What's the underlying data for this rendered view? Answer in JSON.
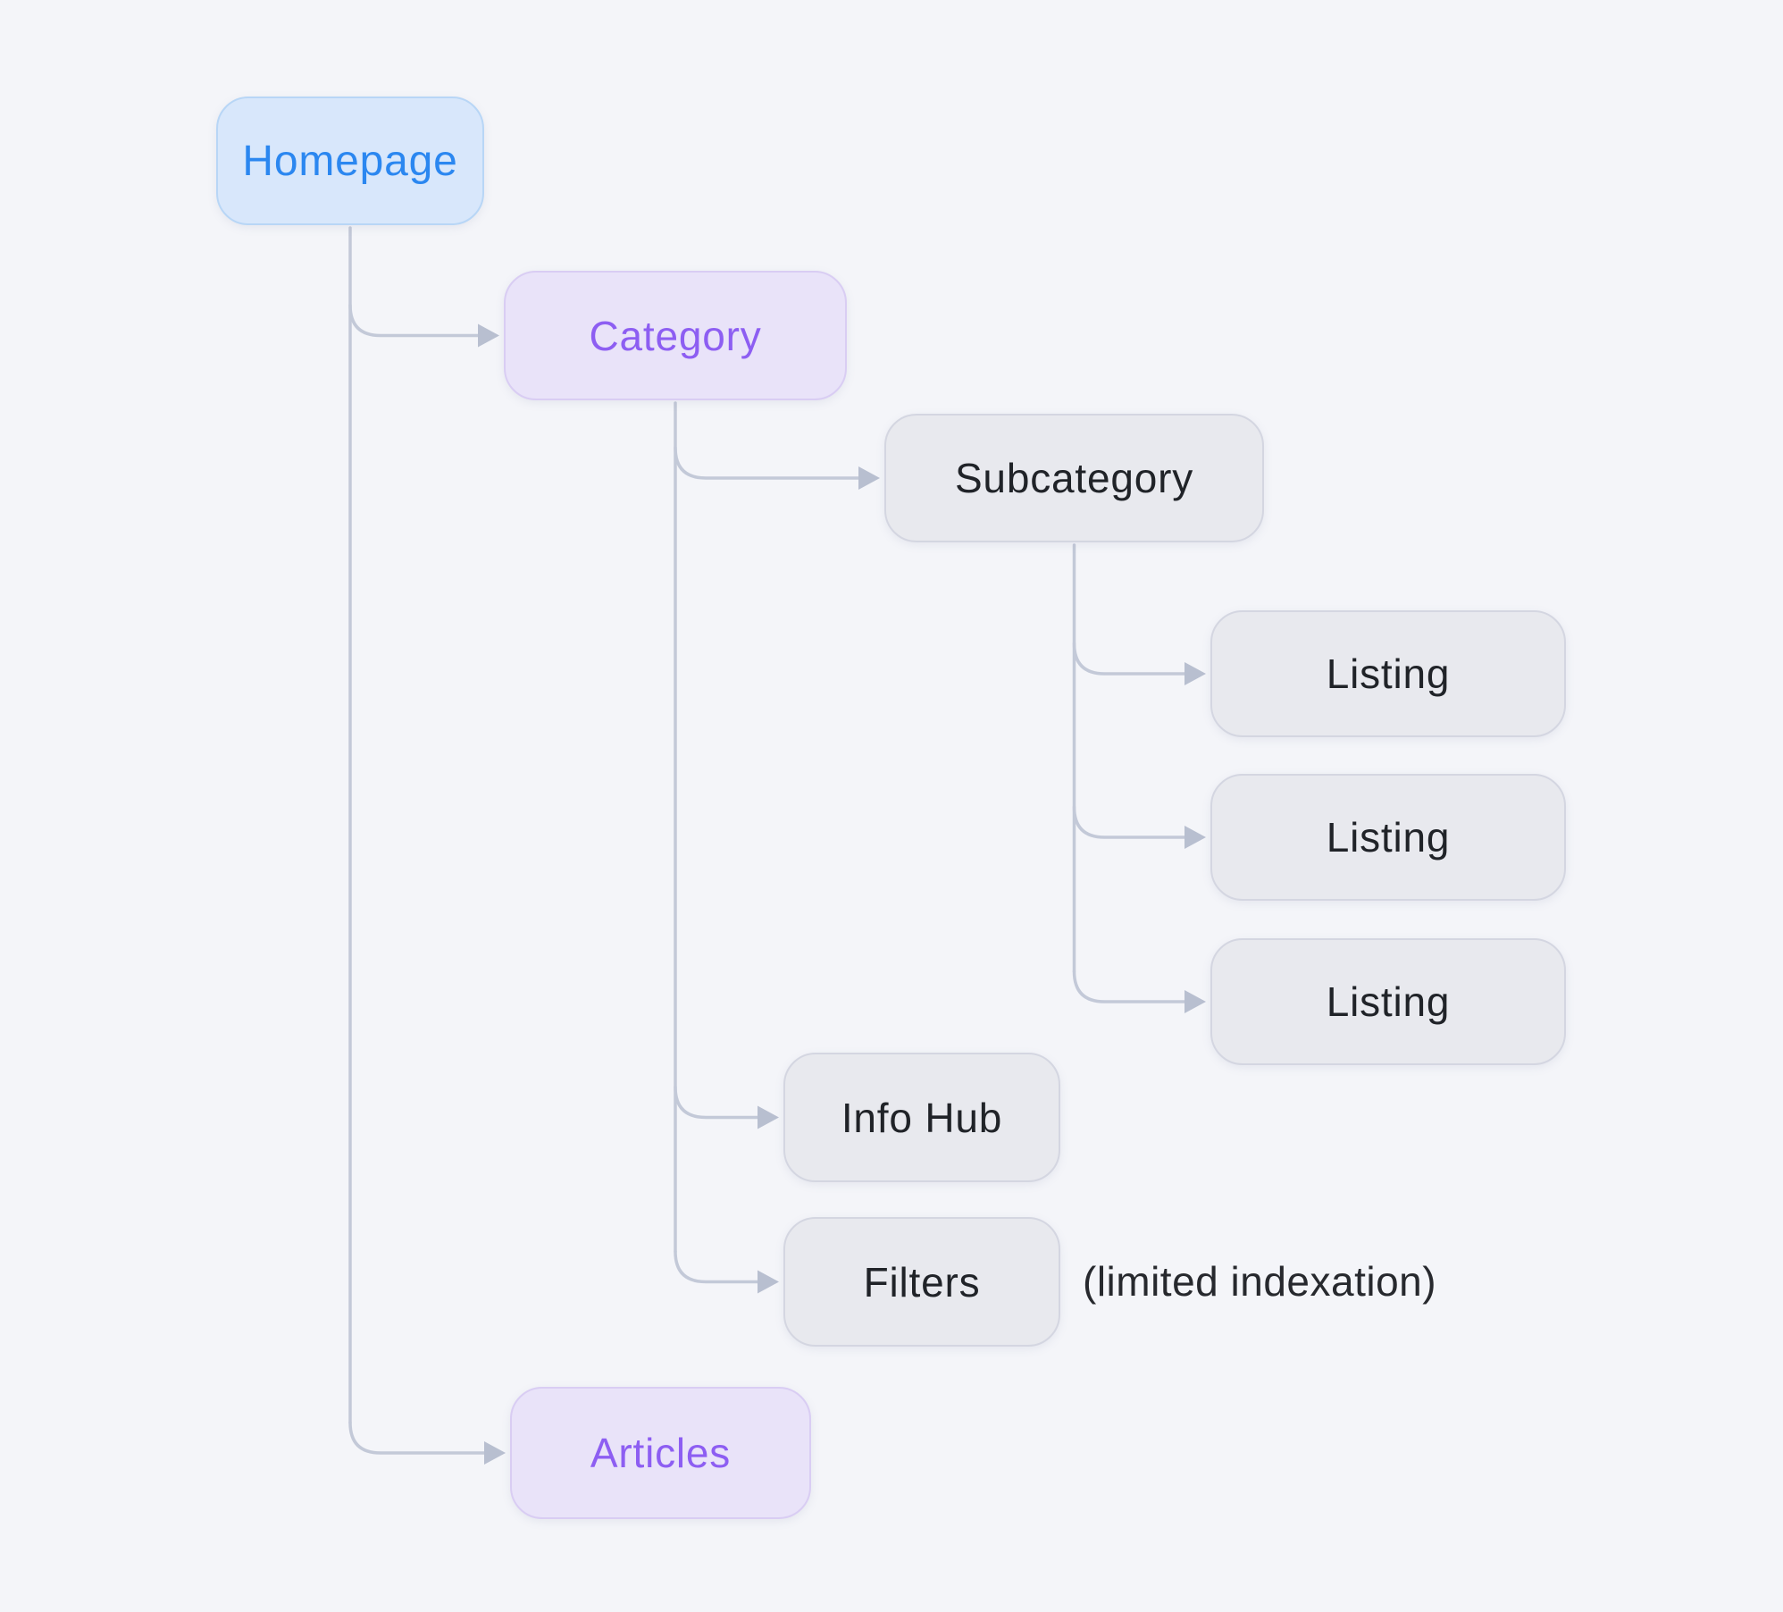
{
  "diagram": {
    "title_hint": "site structure flowchart",
    "nodes": {
      "homepage": {
        "label": "Homepage",
        "style": "blue"
      },
      "category": {
        "label": "Category",
        "style": "purple"
      },
      "subcategory": {
        "label": "Subcategory",
        "style": "gray"
      },
      "listing1": {
        "label": "Listing",
        "style": "gray"
      },
      "listing2": {
        "label": "Listing",
        "style": "gray"
      },
      "listing3": {
        "label": "Listing",
        "style": "gray"
      },
      "infohub": {
        "label": "Info Hub",
        "style": "gray"
      },
      "filters": {
        "label": "Filters",
        "style": "gray"
      },
      "articles": {
        "label": "Articles",
        "style": "purple"
      }
    },
    "edges": [
      {
        "from": "homepage",
        "to": "category"
      },
      {
        "from": "homepage",
        "to": "articles"
      },
      {
        "from": "category",
        "to": "subcategory"
      },
      {
        "from": "category",
        "to": "infohub"
      },
      {
        "from": "category",
        "to": "filters"
      },
      {
        "from": "subcategory",
        "to": "listing1"
      },
      {
        "from": "subcategory",
        "to": "listing2"
      },
      {
        "from": "subcategory",
        "to": "listing3"
      }
    ],
    "annotation": {
      "text": "(limited indexation)",
      "attached_to": "filters"
    },
    "colors": {
      "background": "#f4f5f9",
      "node_blue_fill": "#d8e7fb",
      "node_blue_border": "#b8d6f6",
      "node_blue_text": "#2b87f0",
      "node_purple_fill": "#e9e3f9",
      "node_purple_border": "#d9cdf3",
      "node_purple_text": "#8d5ef2",
      "node_gray_fill": "#e8e9ee",
      "node_gray_border": "#d4d6e1",
      "node_gray_text": "#202328",
      "connector": "#c3c9d8",
      "arrowhead": "#b8bfd0",
      "annotation_text": "#27292e"
    }
  }
}
